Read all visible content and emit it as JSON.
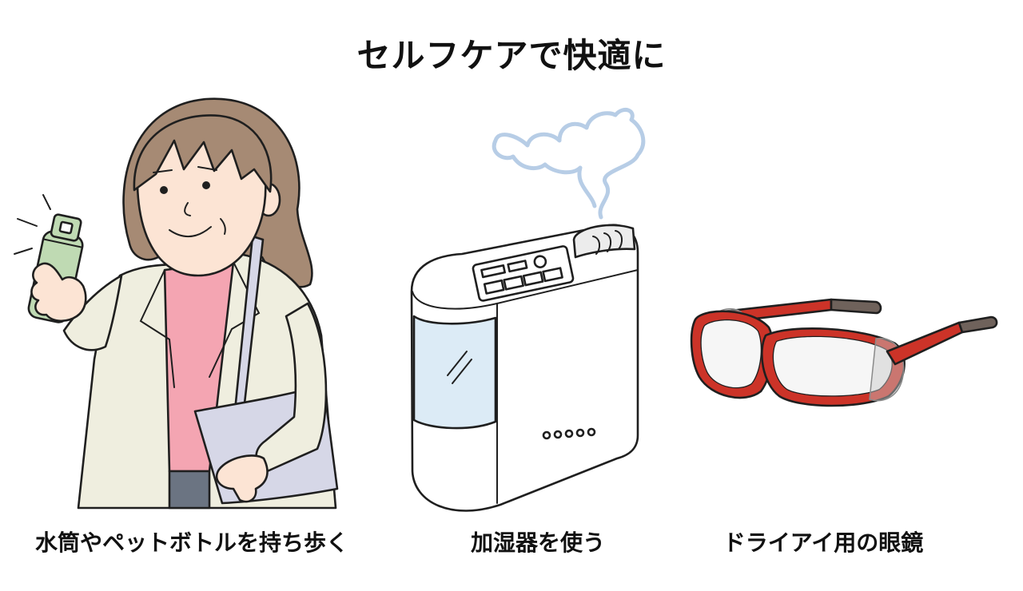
{
  "title": "セルフケアで快適に",
  "items": [
    {
      "caption": "水筒やペットボトルを持ち歩く",
      "illustration": "woman-with-water-bottle-icon"
    },
    {
      "caption": "加湿器を使う",
      "illustration": "humidifier-icon"
    },
    {
      "caption": "ドライアイ用の眼鏡",
      "illustration": "dry-eye-glasses-icon"
    }
  ],
  "colors": {
    "hair": "#a68a74",
    "skin": "#fce4d4",
    "coat": "#efeedf",
    "shirt": "#f4a5b2",
    "pants": "#6b7482",
    "bottle": "#bfdab3",
    "bag": "#d6d7e7",
    "tank": "#dcebf6",
    "steam": "#b7cde6",
    "frame": "#cc3328",
    "temple_tip": "#6f625b",
    "lens": "#f6f6f6"
  }
}
